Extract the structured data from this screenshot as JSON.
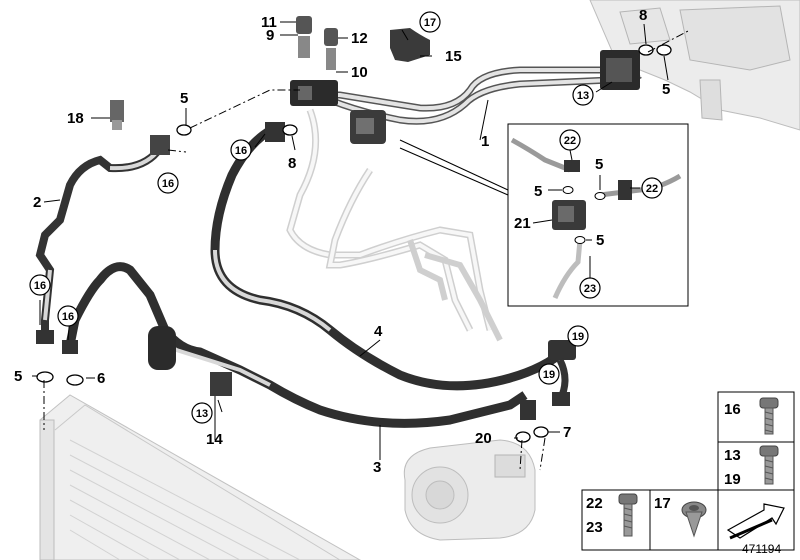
{
  "title": "",
  "reference_number": "471194",
  "part_labels": [
    {
      "id": "1",
      "text": "1"
    },
    {
      "id": "2",
      "text": "2"
    },
    {
      "id": "3",
      "text": "3"
    },
    {
      "id": "4",
      "text": "4"
    },
    {
      "id": "5a",
      "text": "5"
    },
    {
      "id": "5b",
      "text": "5"
    },
    {
      "id": "5c",
      "text": "5"
    },
    {
      "id": "5d",
      "text": "5"
    },
    {
      "id": "5e",
      "text": "5"
    },
    {
      "id": "5f",
      "text": "5"
    },
    {
      "id": "6",
      "text": "6"
    },
    {
      "id": "7",
      "text": "7"
    },
    {
      "id": "8a",
      "text": "8"
    },
    {
      "id": "8b",
      "text": "8"
    },
    {
      "id": "9",
      "text": "9"
    },
    {
      "id": "10",
      "text": "10"
    },
    {
      "id": "11",
      "text": "11"
    },
    {
      "id": "12",
      "text": "12"
    },
    {
      "id": "14",
      "text": "14"
    },
    {
      "id": "15",
      "text": "15"
    },
    {
      "id": "18",
      "text": "18"
    },
    {
      "id": "20",
      "text": "20"
    },
    {
      "id": "21",
      "text": "21"
    }
  ],
  "circled_labels": [
    {
      "id": "c13a",
      "text": "13"
    },
    {
      "id": "c13b",
      "text": "13"
    },
    {
      "id": "c16a",
      "text": "16"
    },
    {
      "id": "c16b",
      "text": "16"
    },
    {
      "id": "c16c",
      "text": "16"
    },
    {
      "id": "c16d",
      "text": "16"
    },
    {
      "id": "c17",
      "text": "17"
    },
    {
      "id": "c19a",
      "text": "19"
    },
    {
      "id": "c19b",
      "text": "19"
    },
    {
      "id": "c22a",
      "text": "22"
    },
    {
      "id": "c22b",
      "text": "22"
    },
    {
      "id": "c23",
      "text": "23"
    }
  ],
  "hardware_legend": [
    {
      "id": "h16",
      "labels": [
        "16"
      ]
    },
    {
      "id": "h13-19",
      "labels": [
        "13",
        "19"
      ]
    },
    {
      "id": "h22-23",
      "labels": [
        "22",
        "23"
      ]
    },
    {
      "id": "h17",
      "labels": [
        "17"
      ]
    }
  ],
  "icons": [
    "screw-icon",
    "clip-nut-icon",
    "orientation-arrow-icon"
  ]
}
